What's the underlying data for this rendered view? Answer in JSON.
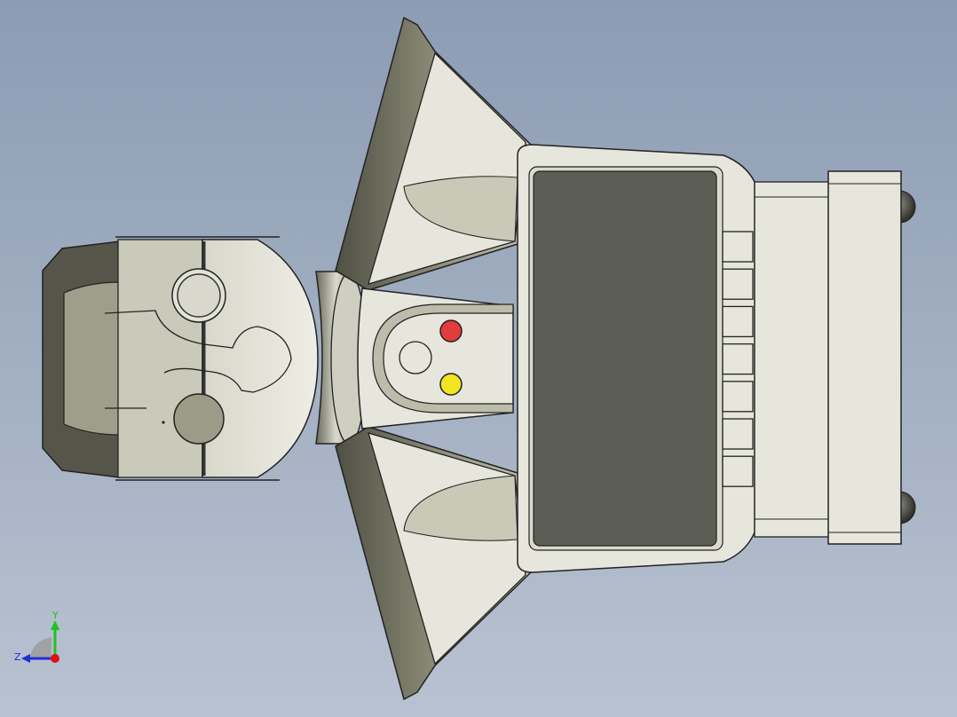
{
  "view": {
    "background_top": "#8c9cb3",
    "background_bottom": "#b8c2d1"
  },
  "triad": {
    "y_label": "Y",
    "z_label": "Z",
    "y_color": "#1fc21f",
    "z_color": "#2030d8",
    "x_color": "#e01010"
  },
  "model": {
    "body_color": "#e6e6dc",
    "shade_color": "#b9b9a6",
    "dark_color": "#6f6f5e",
    "screen_color": "#5c5e56",
    "red_button_color": "#e23c3c",
    "yellow_button_color": "#f2e325",
    "keypad_key_count": 7
  }
}
